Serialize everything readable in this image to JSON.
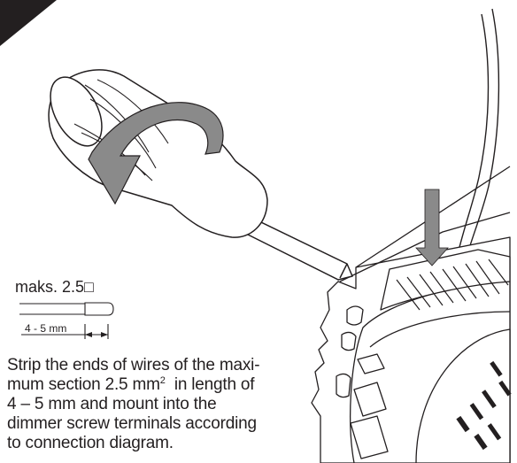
{
  "wire_spec": {
    "max_label": "maks. 2.5",
    "square_symbol": "□",
    "strip_length_label": "4 - 5 mm"
  },
  "instruction": {
    "line1": "Strip the ends of wires of the maxi-",
    "line2_a": "mum section 2.5 mm",
    "line2_sup": "2",
    "line2_b": "  in length of",
    "line3": "4 – 5 mm and mount into the",
    "line4": "dimmer screw terminals according",
    "line5": "to connection diagram."
  },
  "icons": [
    "screwdriver-icon",
    "rotation-arrow-icon",
    "down-arrow-icon",
    "dimmer-module-icon"
  ],
  "colors": {
    "ink": "#231f20",
    "arrow_gray": "#8a8a8a",
    "corner": "#231f20"
  }
}
